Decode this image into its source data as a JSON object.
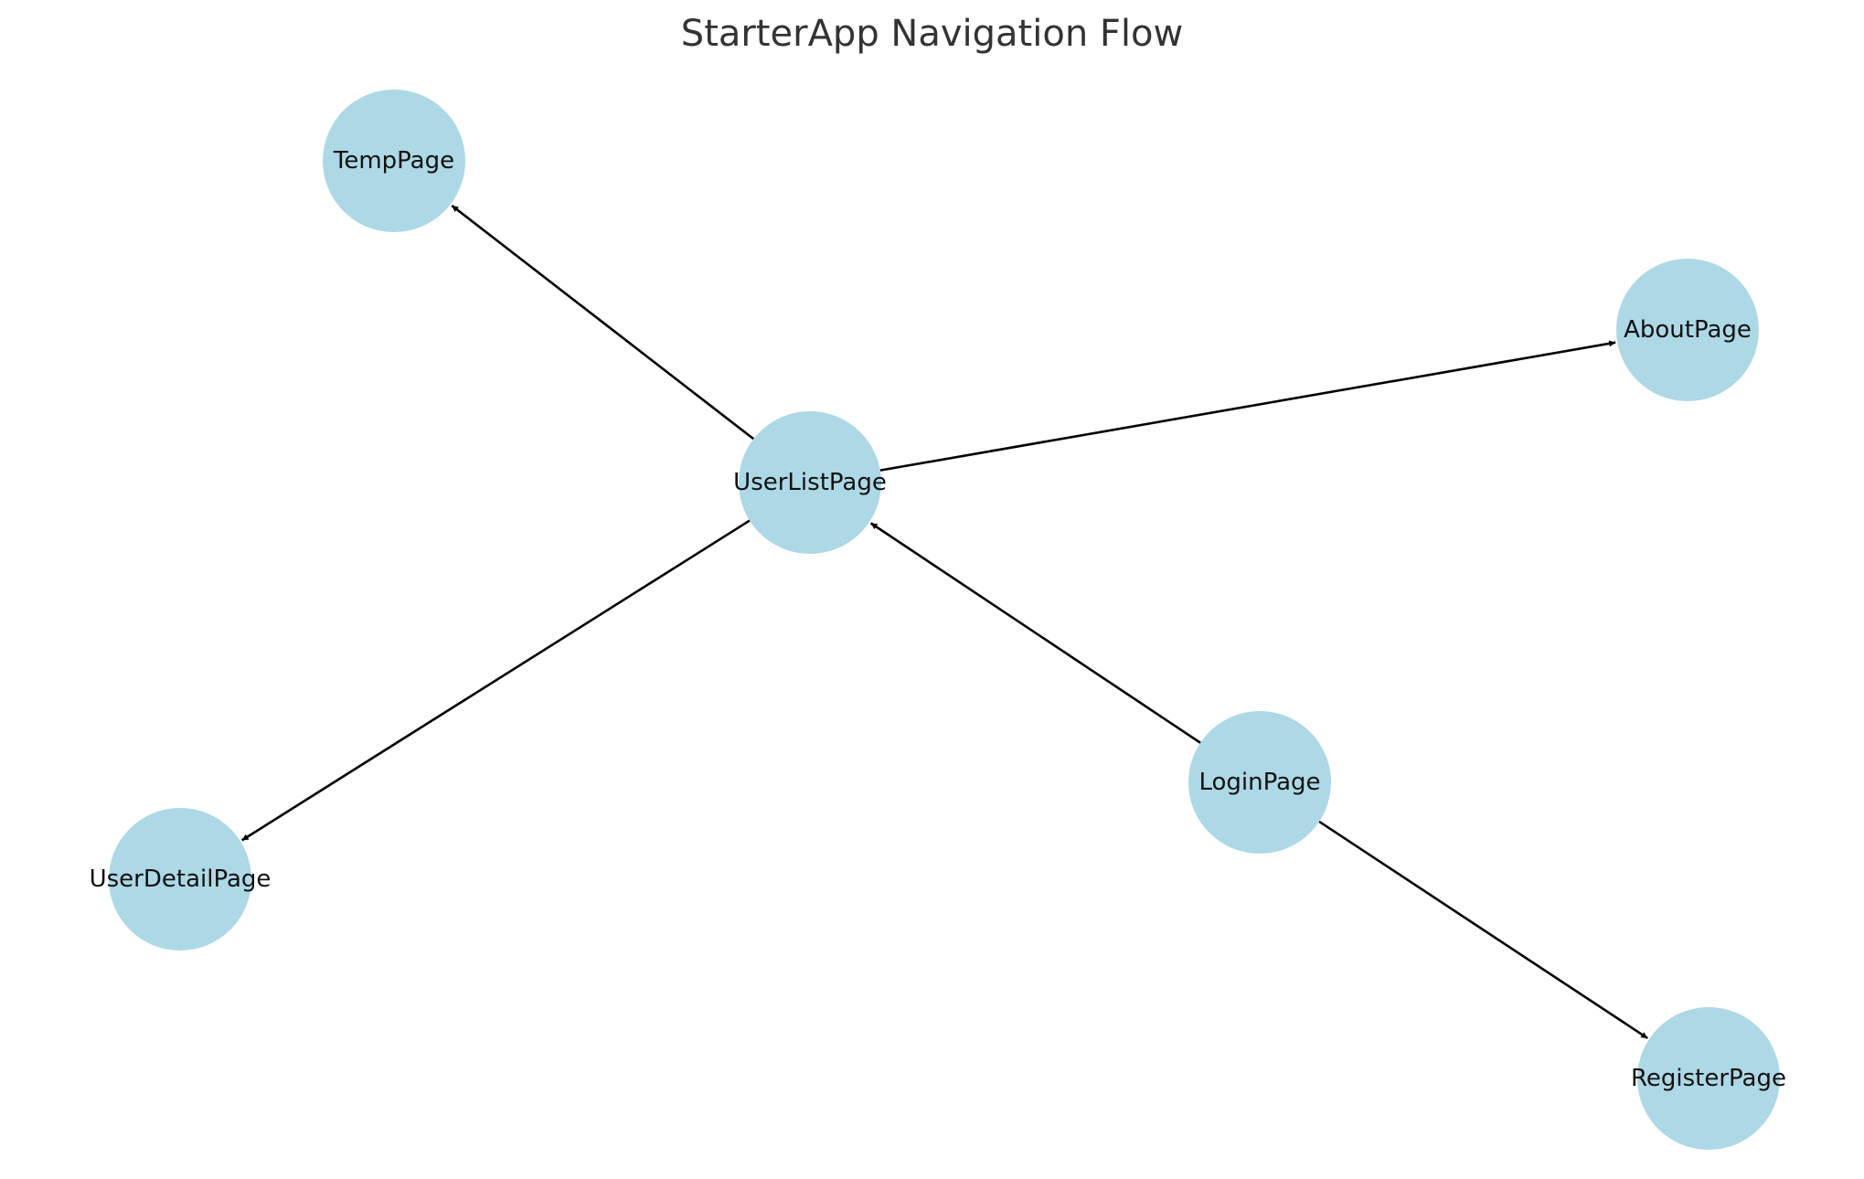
{
  "diagram": {
    "title": "StarterApp Navigation Flow",
    "node_color": "#add8e6",
    "edge_color": "#000000",
    "title_color": "#333333",
    "nodes": [
      {
        "id": "temp",
        "label": "TempPage"
      },
      {
        "id": "about",
        "label": "AboutPage"
      },
      {
        "id": "userlist",
        "label": "UserListPage"
      },
      {
        "id": "login",
        "label": "LoginPage"
      },
      {
        "id": "userdetail",
        "label": "UserDetailPage"
      },
      {
        "id": "register",
        "label": "RegisterPage"
      }
    ],
    "edges": [
      {
        "from": "userlist",
        "to": "temp"
      },
      {
        "from": "userlist",
        "to": "about"
      },
      {
        "from": "userlist",
        "to": "userdetail"
      },
      {
        "from": "login",
        "to": "userlist"
      },
      {
        "from": "login",
        "to": "register"
      }
    ]
  }
}
